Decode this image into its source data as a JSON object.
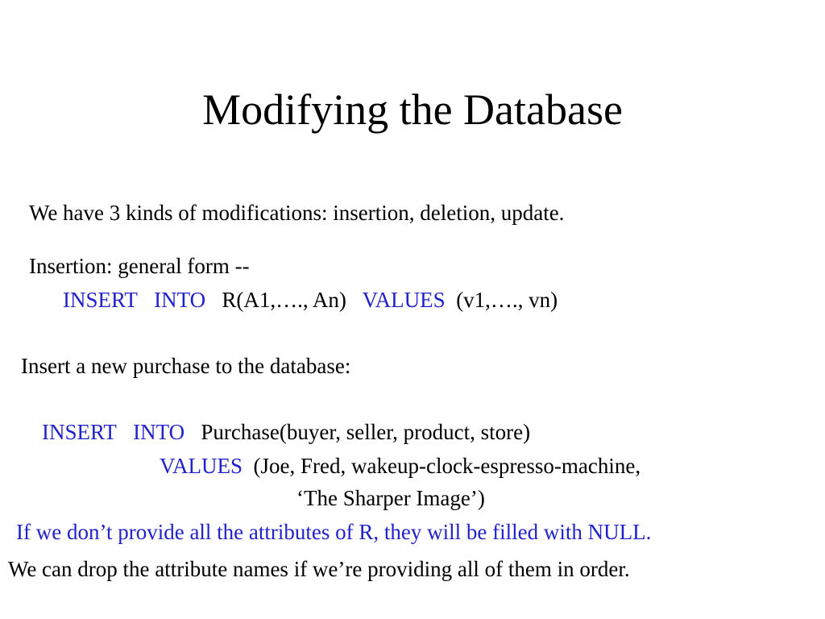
{
  "slide": {
    "title": "Modifying the Database",
    "intro": "We have 3 kinds of modifications: insertion,  deletion, update.",
    "general_form": {
      "label": "Insertion: general form --",
      "kw_insert": "INSERT",
      "kw_into": "INTO",
      "relation": "R(A1,…., An)",
      "kw_values": "VALUES",
      "values": "(v1,…., vn)"
    },
    "example": {
      "heading": "Insert a new purchase to the database:",
      "kw_insert": "INSERT",
      "kw_into": "INTO",
      "relation": "Purchase(buyer, seller, product, store)",
      "kw_values": "VALUES",
      "values_line1": "(Joe, Fred, wakeup-clock-espresso-machine,",
      "values_line2": "‘The Sharper Image’)"
    },
    "null_note": "If we don’t provide all the attributes of R, they will be filled with NULL.",
    "drop_note": "We can drop the attribute names if we’re providing all of them in order.",
    "colors": {
      "text": "#000000",
      "keyword": "#2222cc",
      "background": "#ffffff"
    }
  }
}
